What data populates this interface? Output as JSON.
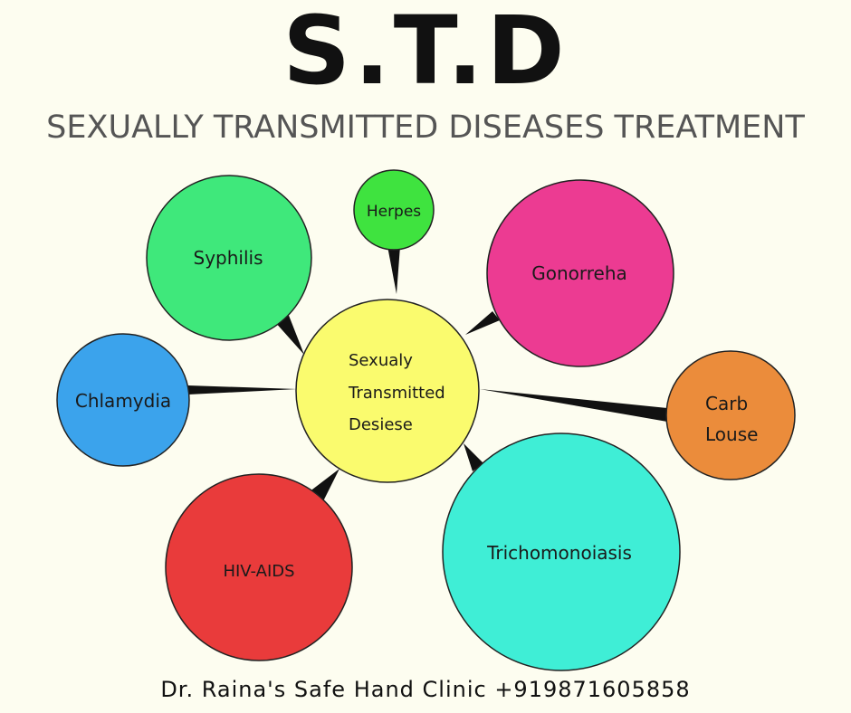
{
  "title": "S.T.D",
  "subtitle": "SEXUALLY TRANSMITTED DISEASES TREATMENT",
  "center": {
    "lines": [
      "Sexualy",
      "Transmitted",
      "Desiese"
    ],
    "color": "#fafb6e"
  },
  "bubbles": {
    "herpes": {
      "label": "Herpes",
      "color": "#3fe33f"
    },
    "syphilis": {
      "label": "Syphilis",
      "color": "#3fe87b"
    },
    "gonorreha": {
      "label": "Gonorreha",
      "color": "#ec3b92"
    },
    "chlamydia": {
      "label": "Chlamydia",
      "color": "#3ba3ec"
    },
    "carb_louse": {
      "lines": [
        "Carb",
        "Louse"
      ],
      "color": "#eb8c3b"
    },
    "hiv_aids": {
      "label": "HIV-AIDS",
      "color": "#e93b3b"
    },
    "trichomonoiasis": {
      "label": "Trichomonoiasis",
      "color": "#3feed6"
    }
  },
  "footer": "Dr. Raina's Safe Hand Clinic +919871605858"
}
